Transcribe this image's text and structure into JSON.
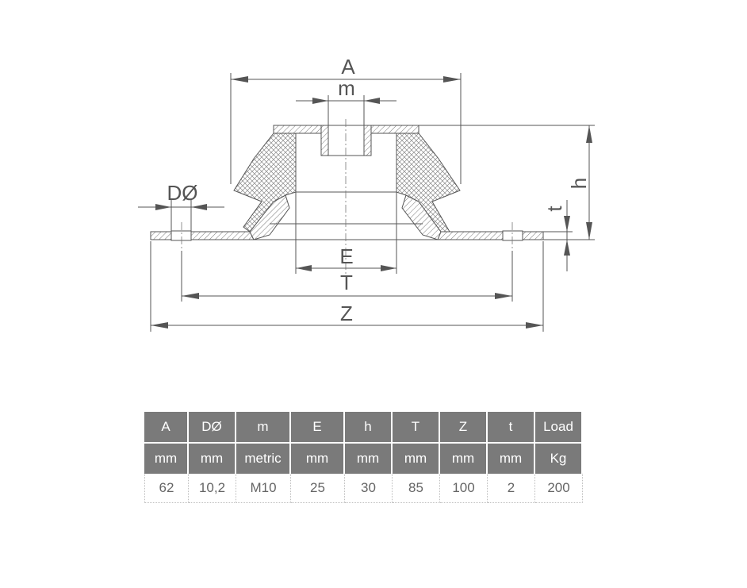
{
  "diagram": {
    "labels": {
      "A": "A",
      "m": "m",
      "D": "DØ",
      "h": "h",
      "t": "t",
      "E": "E",
      "T": "T",
      "Z": "Z"
    }
  },
  "table": {
    "headers": [
      "A",
      "DØ",
      "m",
      "E",
      "h",
      "T",
      "Z",
      "t",
      "Load"
    ],
    "units": [
      "mm",
      "mm",
      "metric",
      "mm",
      "mm",
      "mm",
      "mm",
      "mm",
      "Kg"
    ],
    "rows": [
      [
        "62",
        "10,2",
        "M10",
        "25",
        "30",
        "85",
        "100",
        "2",
        "200"
      ]
    ]
  },
  "colors": {
    "header_bg": "#7a7a7a",
    "line": "#555555"
  }
}
